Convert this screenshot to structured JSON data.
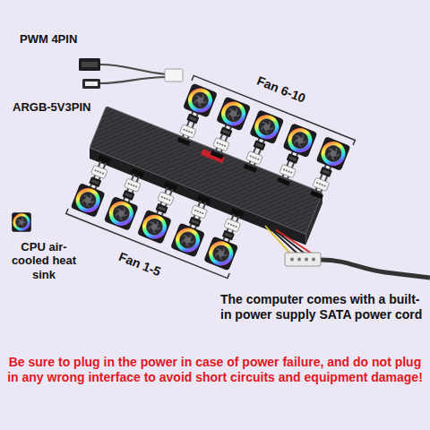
{
  "diagram": {
    "labels": [
      "PWM 4PIN",
      "ARGB-5V3PIN",
      "Fan 6-10",
      "CPU air-cooled heat sink",
      "Fan 1-5",
      "The computer comes with a built-in power supply SATA power cord",
      "Be sure to plug in the power in case of power failure, and do not plug in any wrong interface to avoid short circuits and equipment damage!"
    ]
  }
}
